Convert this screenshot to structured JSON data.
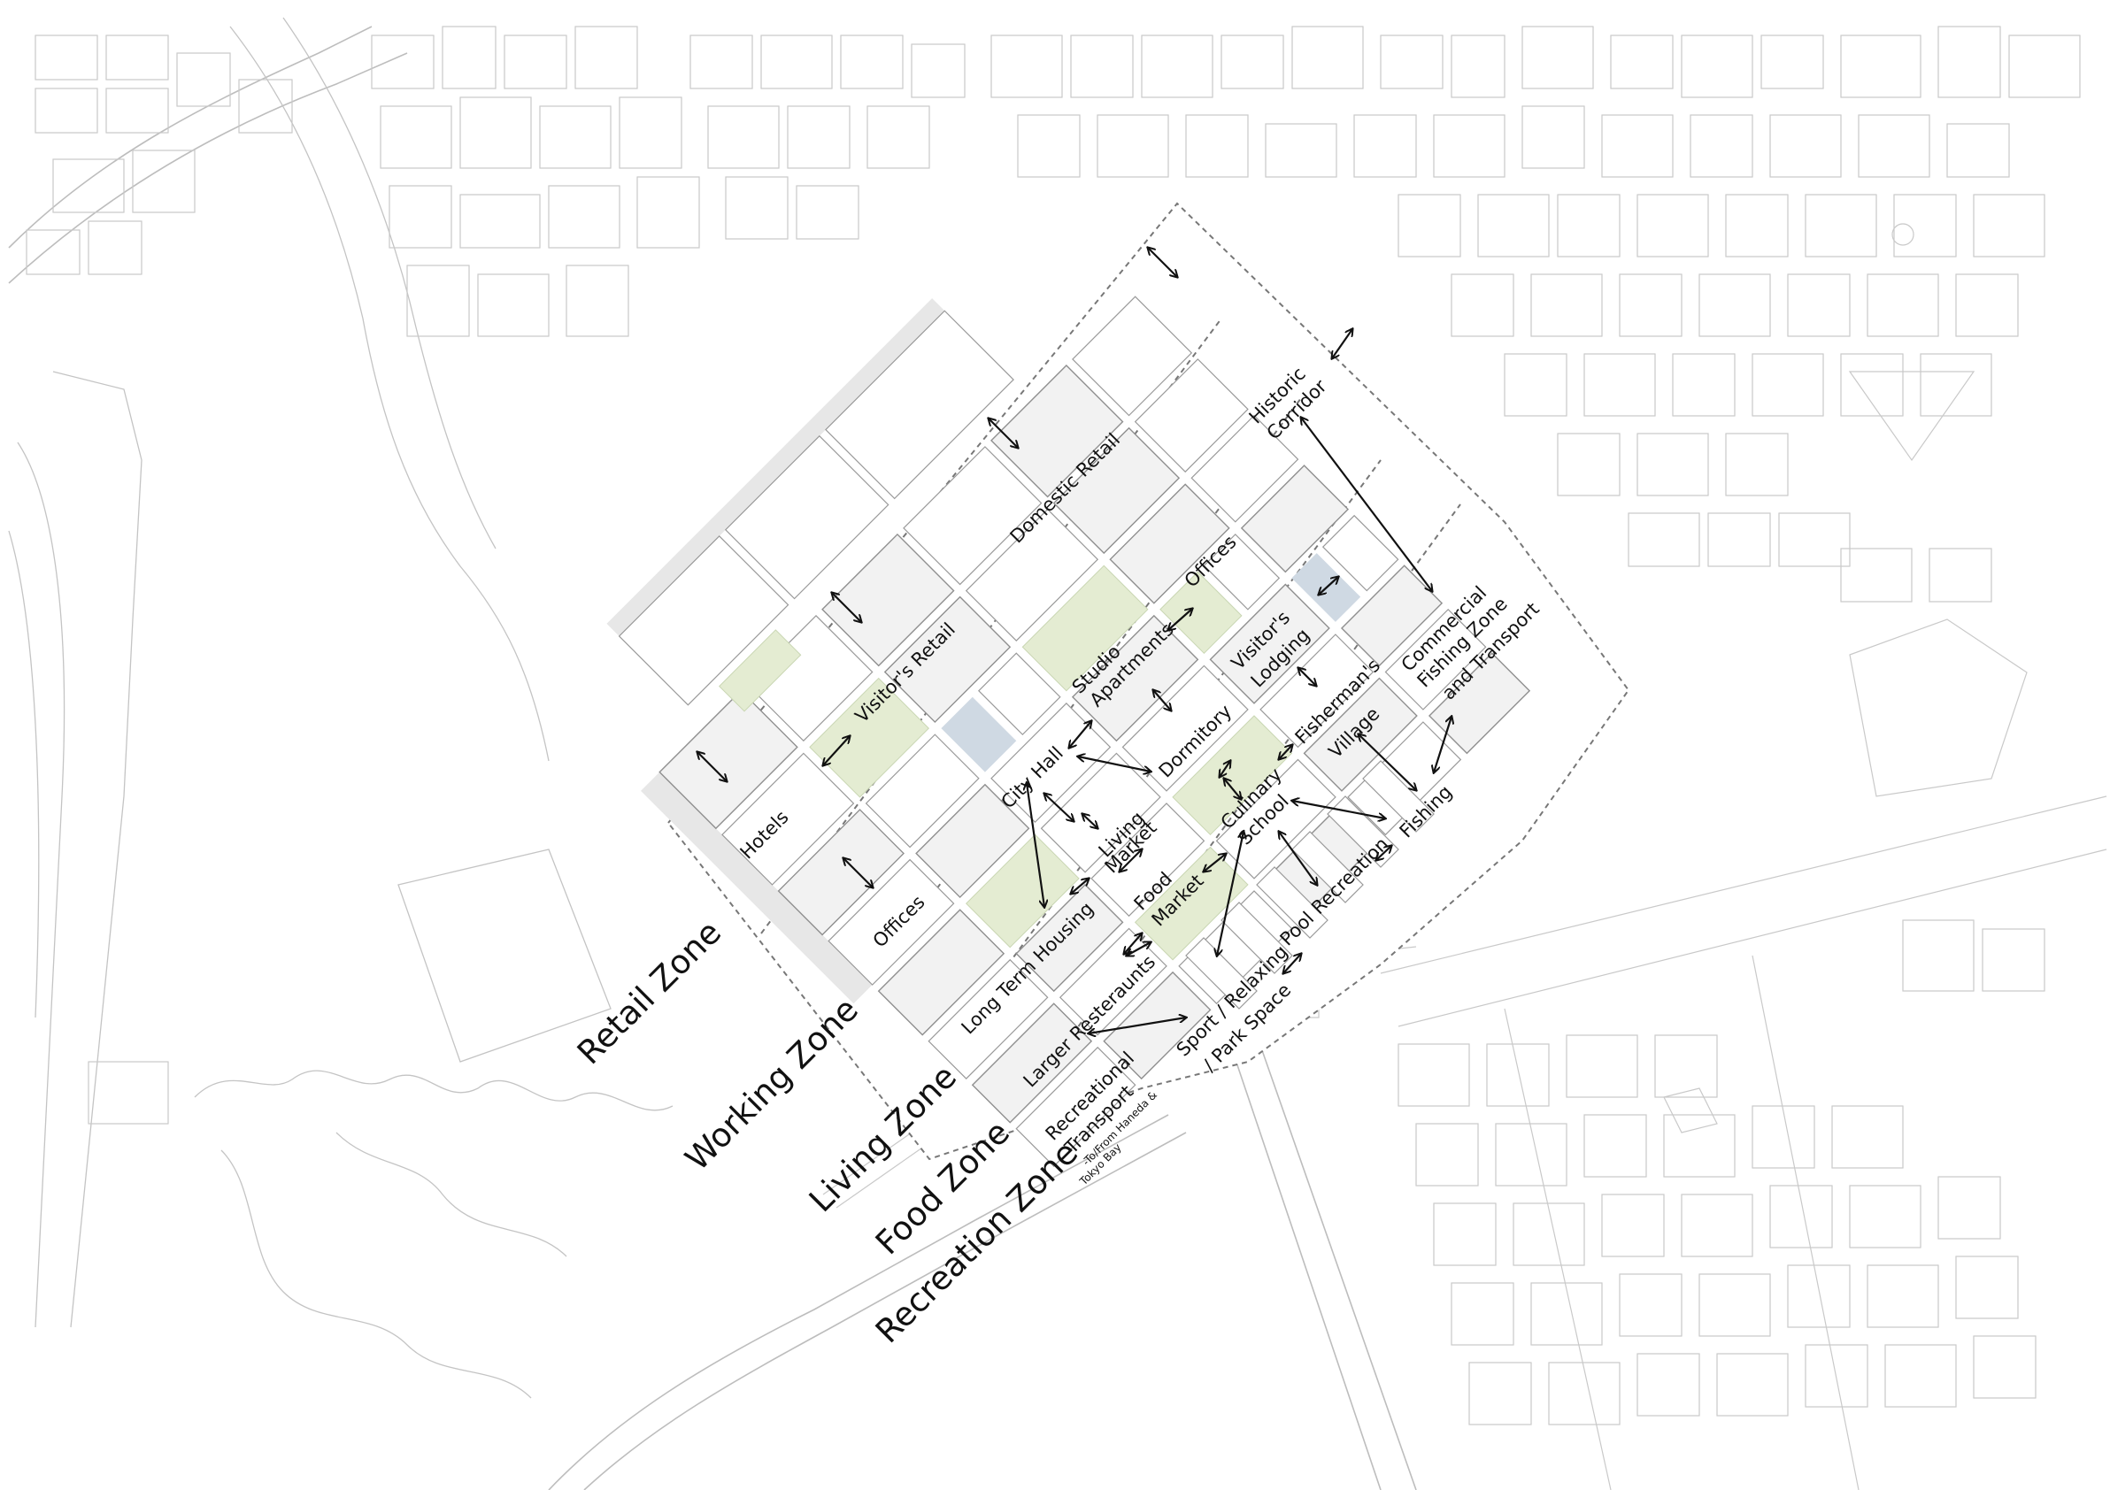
{
  "zones": {
    "retail": "Retail Zone",
    "working": "Working Zone",
    "living": "Living Zone",
    "food": "Food Zone",
    "recreation": "Recreation Zone"
  },
  "labels": {
    "hotels": "Hotels",
    "visitors_retail": "Visitor's Retail",
    "domestic_retail": "Domestic Retail",
    "offices_retail": "Offices",
    "offices_working": "Offices",
    "historic_corridor_1": "Historic",
    "historic_corridor_2": "Corridor",
    "studio_1": "Studio",
    "studio_2": "Apartments",
    "city_hall": "City Hall",
    "visitors_lodging_1": "Visitor's",
    "visitors_lodging_2": "Lodging",
    "commercial_1": "Commercial",
    "commercial_2": "Fishing Zone",
    "commercial_3": "and Transport",
    "dormitory": "Dormitory",
    "fishermans_1": "Fisherman's",
    "fishermans_2": "Village",
    "living_market_1": "Living",
    "living_market_2": "Market",
    "culinary_1": "Culinary",
    "culinary_2": "School",
    "fishing": "Fishing",
    "long_term_housing": "Long Term Housing",
    "food_market_1": "Food",
    "food_market_2": "Market",
    "pool_recreation": "Pool Recreation",
    "larger_restaurants": "Larger Resteraunts",
    "sport_1": "Sport / Relaxing",
    "sport_2": "/ Park Space",
    "rec_transport_1": "Recreational",
    "rec_transport_2": "Transport",
    "rec_transport_3": "-To/From Haneda &",
    "rec_transport_4": "Tokyo Bay"
  },
  "colors": {
    "background": "#ffffff",
    "context_lines": "#c9c9c9",
    "park_green": "#e4ecd2",
    "water_blue": "#cfd9e3",
    "text": "#111111"
  }
}
